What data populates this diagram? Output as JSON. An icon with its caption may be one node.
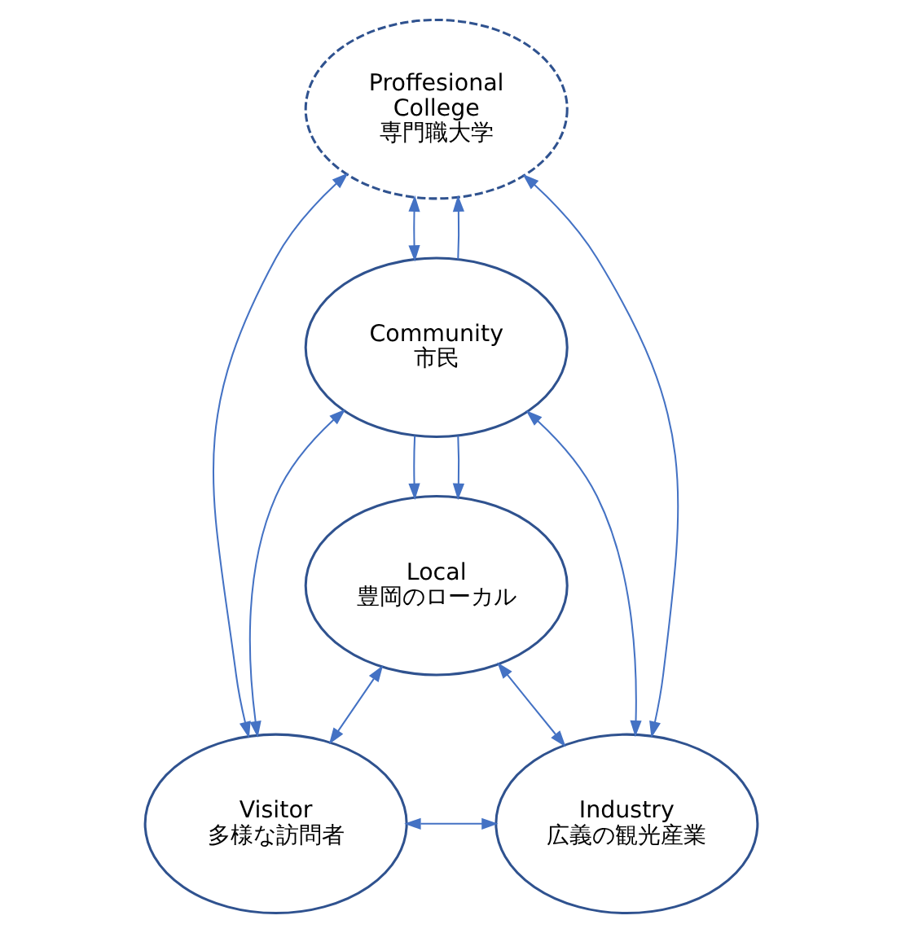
{
  "diagram": {
    "nodes": [
      {
        "text": [
          "Proffesional College",
          "専門職大学"
        ]
      },
      {
        "text": [
          "Community",
          "市民"
        ]
      },
      {
        "text": [
          "Local",
          "豊岡のローカル"
        ]
      },
      {
        "text": [
          "Visitor",
          "多様な訪問者"
        ]
      },
      {
        "text": [
          "Industry",
          "広義の観光産業"
        ]
      }
    ],
    "edges": [
      {
        "from": 0,
        "to": 1,
        "arrow": "both"
      },
      {
        "from": 1,
        "to": 0,
        "arrow": "to"
      },
      {
        "from": 0,
        "to": 3,
        "arrow": "both"
      },
      {
        "from": 0,
        "to": 4,
        "arrow": "both"
      },
      {
        "from": 1,
        "to": 2,
        "arrow": "to"
      },
      {
        "from": 1,
        "to": 2,
        "arrow": "to"
      },
      {
        "from": 1,
        "to": 4,
        "arrow": "both"
      },
      {
        "from": 1,
        "to": 3,
        "arrow": "both"
      },
      {
        "from": 2,
        "to": 3,
        "arrow": "both"
      },
      {
        "from": 2,
        "to": 4,
        "arrow": "both"
      },
      {
        "from": 3,
        "to": 4,
        "arrow": "both"
      }
    ]
  }
}
